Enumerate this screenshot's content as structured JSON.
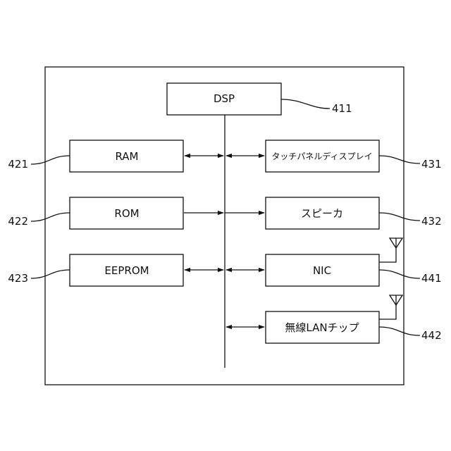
{
  "blocks": {
    "dsp": "DSP",
    "ram": "RAM",
    "rom": "ROM",
    "eeprom": "EEPROM",
    "touch_panel": "タッチパネルディスプレイ",
    "speaker": "スピーカ",
    "nic": "NIC",
    "wlan": "無線LANチップ"
  },
  "refs": {
    "dsp": "411",
    "ram": "421",
    "rom": "422",
    "eeprom": "423",
    "touch_panel": "431",
    "speaker": "432",
    "nic": "441",
    "wlan": "442"
  }
}
